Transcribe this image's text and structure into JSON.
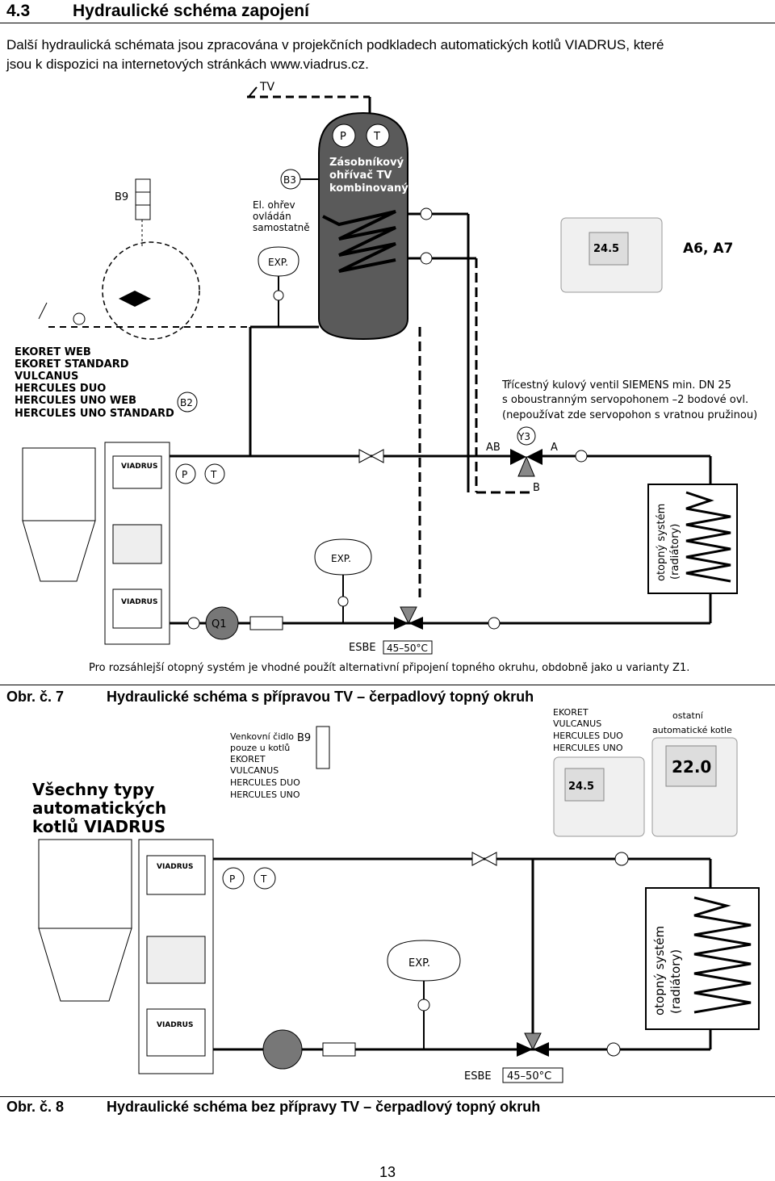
{
  "header": {
    "section_number": "4.3",
    "section_title": "Hydraulické schéma zapojení"
  },
  "intro": {
    "line1": "Další hydraulická schémata jsou zpracována v projekčních podkladech automatických kotlů VIADRUS, které",
    "line2": "jsou k dispozici na internetových stránkách www.viadrus.cz."
  },
  "figure7": {
    "tv": "TV",
    "b9": "B9",
    "b3": "B3",
    "b2": "B2",
    "heater_title": [
      "Zásobníkový",
      "ohřívač TV",
      "kombinovaný"
    ],
    "heater_p": "P",
    "heater_t": "T",
    "el_heating": [
      "El. ohřev",
      "ovládán",
      "samostatně"
    ],
    "exp1": "EXP.",
    "exp2": "EXP.",
    "a6a7": "A6, A7",
    "thermostat_display": "24.5",
    "boilers": [
      "EKORET WEB",
      "EKORET STANDARD",
      "VULCANUS",
      "HERCULES DUO",
      "HERCULES UNO WEB",
      "HERCULES UNO STANDARD"
    ],
    "valve_note": [
      "Třícestný kulový ventil SIEMENS min. DN 25",
      "s oboustranným servopohonem –2 bodové ovl.",
      "(nepoužívat zde servopohon s vratnou pružinou)"
    ],
    "y3": "Y3",
    "ab": "AB",
    "a": "A",
    "b": "B",
    "p": "P",
    "t": "T",
    "q1": "Q1",
    "esbe": "ESBE",
    "esbe_range": "45–50°C",
    "radiators": [
      "otopný systém",
      "(radiátory)"
    ],
    "bottom_note": "Pro rozsáhlejší otopný systém je vhodné použít alternativní připojení topného okruhu, obdobně jako u varianty Z1.",
    "brand": "VIADRUS"
  },
  "caption7": {
    "number": "Obr. č. 7",
    "text": "Hydraulické schéma s přípravou TV – čerpadlový topný okruh"
  },
  "figure8": {
    "headline": [
      "Všechny typy",
      "automatických",
      "kotlů VIADRUS"
    ],
    "sensor_note": [
      "Venkovní čidlo",
      "pouze u kotlů",
      "EKORET",
      "VULCANUS",
      "HERCULES DUO",
      "HERCULES UNO"
    ],
    "b9": "B9",
    "boiler_list": [
      "EKORET",
      "VULCANUS",
      "HERCULES DUO",
      "HERCULES UNO"
    ],
    "other_boilers": [
      "ostatní",
      "automatické kotle"
    ],
    "thermostat1_display": "24.5",
    "thermostat2_display": "22.0",
    "p": "P",
    "t": "T",
    "exp": "EXP.",
    "esbe": "ESBE",
    "esbe_range": "45–50°C",
    "radiators": [
      "otopný systém",
      "(radiátory)"
    ],
    "brand": "VIADRUS"
  },
  "caption8": {
    "number": "Obr. č. 8",
    "text": "Hydraulické schéma bez přípravy TV – čerpadlový topný okruh"
  },
  "footer": {
    "page_number": "13"
  }
}
